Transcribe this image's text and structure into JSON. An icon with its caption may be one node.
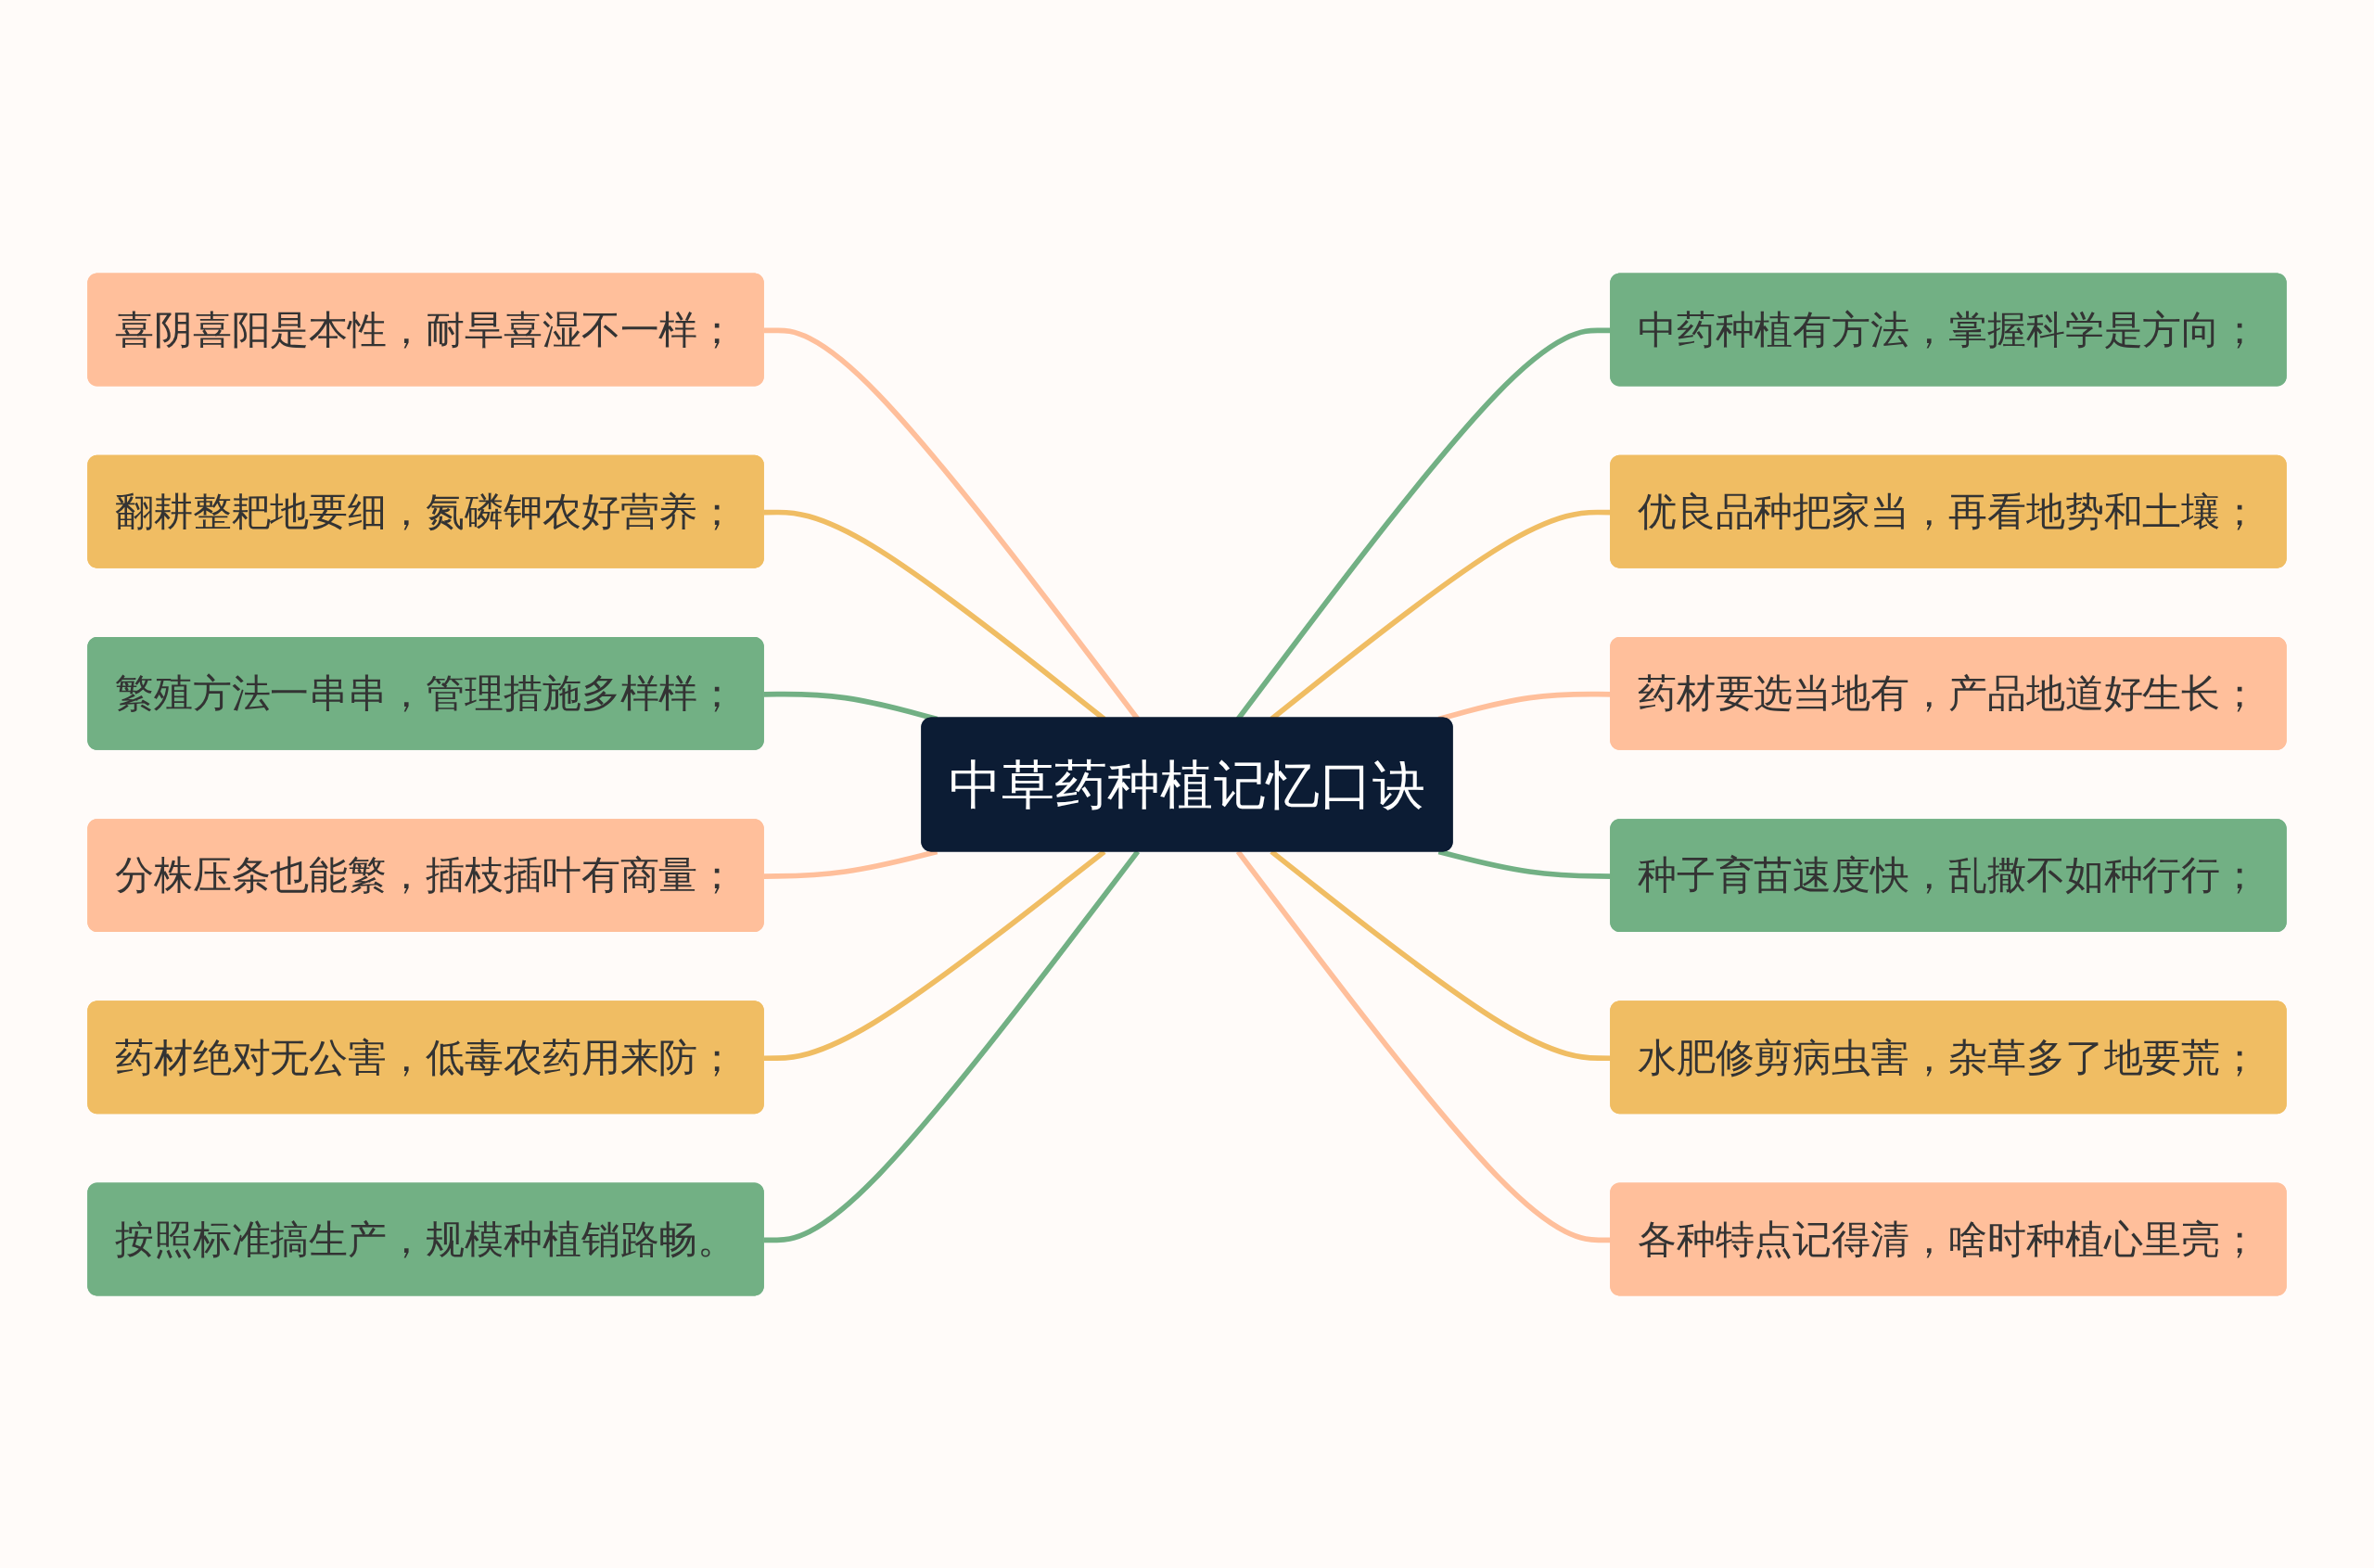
{
  "diagram": {
    "nodes": [
      {
        "text": [
          "中草药种植记忆口诀"
        ]
      },
      {
        "text": [
          "喜阴喜阳是本性，耐旱喜湿不一样；"
        ]
      },
      {
        "text": [
          "翻耕整耙地要细，氮磷钾农好营养；"
        ]
      },
      {
        "text": [
          "繁殖方法一串串，管理措施多样样；"
        ]
      },
      {
        "text": [
          "分株压条也能繁，插枝插叶有商量；"
        ]
      },
      {
        "text": [
          "药材绝对无公害，低毒农药用来防；"
        ]
      },
      {
        "text": [
          "按照标准搞生产，规模种植销路畅。"
        ]
      },
      {
        "text": [
          "中药种植有方法，掌握科学是方向；"
        ]
      },
      {
        "text": [
          "优良品种把家当，再看地势和土壤；"
        ]
      },
      {
        "text": [
          "药材要选当地有，产品地道好生长；"
        ]
      },
      {
        "text": [
          "种子育苗速度快，乱撒不如种行行；"
        ]
      },
      {
        "text": [
          "水肥修剪病虫害，杂草多了地要荒；"
        ]
      },
      {
        "text": [
          "各种特点记得清，啥时种植心里亮；"
        ]
      }
    ],
    "edges": [
      {
        "from": 1,
        "to": 0,
        "arrow": "none",
        "color": "#ffbf9b"
      },
      {
        "from": 2,
        "to": 0,
        "arrow": "none",
        "color": "#f0bd63"
      },
      {
        "from": 3,
        "to": 0,
        "arrow": "none",
        "color": "#72b084"
      },
      {
        "from": 4,
        "to": 0,
        "arrow": "none",
        "color": "#ffbf9b"
      },
      {
        "from": 5,
        "to": 0,
        "arrow": "none",
        "color": "#f0bd63"
      },
      {
        "from": 6,
        "to": 0,
        "arrow": "none",
        "color": "#72b084"
      },
      {
        "from": 0,
        "to": 7,
        "arrow": "none",
        "color": "#72b084"
      },
      {
        "from": 0,
        "to": 8,
        "arrow": "none",
        "color": "#f0bd63"
      },
      {
        "from": 0,
        "to": 9,
        "arrow": "none",
        "color": "#ffbf9b"
      },
      {
        "from": 0,
        "to": 10,
        "arrow": "none",
        "color": "#72b084"
      },
      {
        "from": 0,
        "to": 11,
        "arrow": "none",
        "color": "#f0bd63"
      },
      {
        "from": 0,
        "to": 12,
        "arrow": "none",
        "color": "#ffbf9b"
      }
    ]
  }
}
